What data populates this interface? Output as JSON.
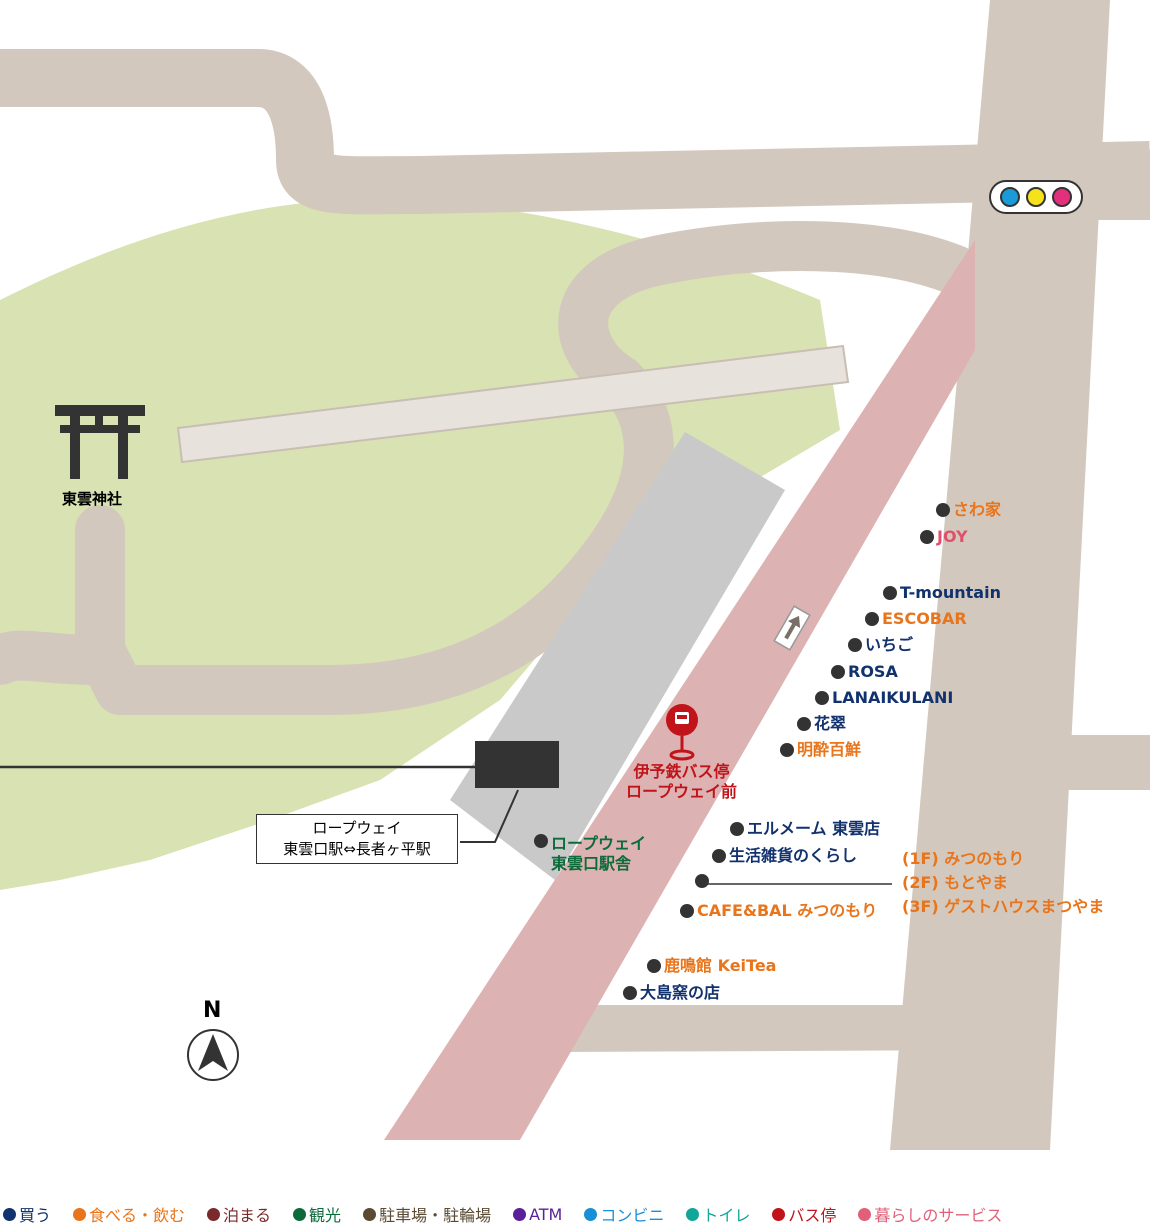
{
  "colors": {
    "road": "#d3c8bd",
    "park": "#d9e2b3",
    "main_road": "#ddb2b2",
    "plaza": "#c9c9c9",
    "shop": "#12326e",
    "food": "#e8751b",
    "service": "#e0506c",
    "sightseeing": "#0d6b3a",
    "bus": "#c0141a"
  },
  "icons": {
    "torii": "torii-icon",
    "traffic_light": "traffic-light-icon",
    "bus_stop": "bus-stop-pin-icon",
    "north_arrow": "north-compass-icon",
    "one_way": "one-way-arrow-icon"
  },
  "shrine": {
    "label": "東雲神社"
  },
  "bus_stop": {
    "line1": "伊予鉄バス停",
    "line2": "ロープウェイ前"
  },
  "ropeway": {
    "line1": "ロープウェイ",
    "line2": "東雲口駅⇔長者ヶ平駅"
  },
  "compass": {
    "letter": "N"
  },
  "pois": [
    {
      "label": "さわ家",
      "color": "#e8751b"
    },
    {
      "label": "JOY",
      "color": "#e0506c"
    },
    {
      "label": "T-mountain",
      "color": "#12326e"
    },
    {
      "label": "ESCOBAR",
      "color": "#e8751b"
    },
    {
      "label": "いちご",
      "color": "#12326e"
    },
    {
      "label": "ROSA",
      "color": "#12326e"
    },
    {
      "label": "LANAIKULANI",
      "color": "#12326e"
    },
    {
      "label": "花翠",
      "color": "#12326e"
    },
    {
      "label": "明酔百鮮",
      "color": "#e8751b"
    },
    {
      "label": "エルメーム 東雲店",
      "color": "#12326e"
    },
    {
      "label": "生活雑貨のくらし",
      "color": "#12326e"
    },
    {
      "label": "",
      "color": "#333333"
    },
    {
      "label": "CAFE&BAL みつのもり",
      "color": "#e8751b"
    },
    {
      "label": "鹿鳴館 KeiTea",
      "color": "#e8751b"
    },
    {
      "label": "大島窯の店",
      "color": "#12326e"
    },
    {
      "label": "ロープウェイ",
      "label2": "東雲口駅舎",
      "color": "#0d6b3a"
    }
  ],
  "floors": [
    "(1F) みつのもり",
    "(2F) もとやま",
    "(3F) ゲストハウスまつやま"
  ],
  "legend": [
    {
      "label": "買う",
      "color": "#12326e"
    },
    {
      "label": "食べる・飲む",
      "color": "#e8751b"
    },
    {
      "label": "泊まる",
      "color": "#7a2a2a"
    },
    {
      "label": "観光",
      "color": "#0d6b3a"
    },
    {
      "label": "駐車場・駐輪場",
      "color": "#5a4a32"
    },
    {
      "label": "ATM",
      "color": "#5b1f9a"
    },
    {
      "label": "コンビニ",
      "color": "#1a8fd6"
    },
    {
      "label": "トイレ",
      "color": "#12a69a"
    },
    {
      "label": "バス停",
      "color": "#c0141a"
    },
    {
      "label": "暮らしのサービス",
      "color": "#e0607a"
    }
  ]
}
